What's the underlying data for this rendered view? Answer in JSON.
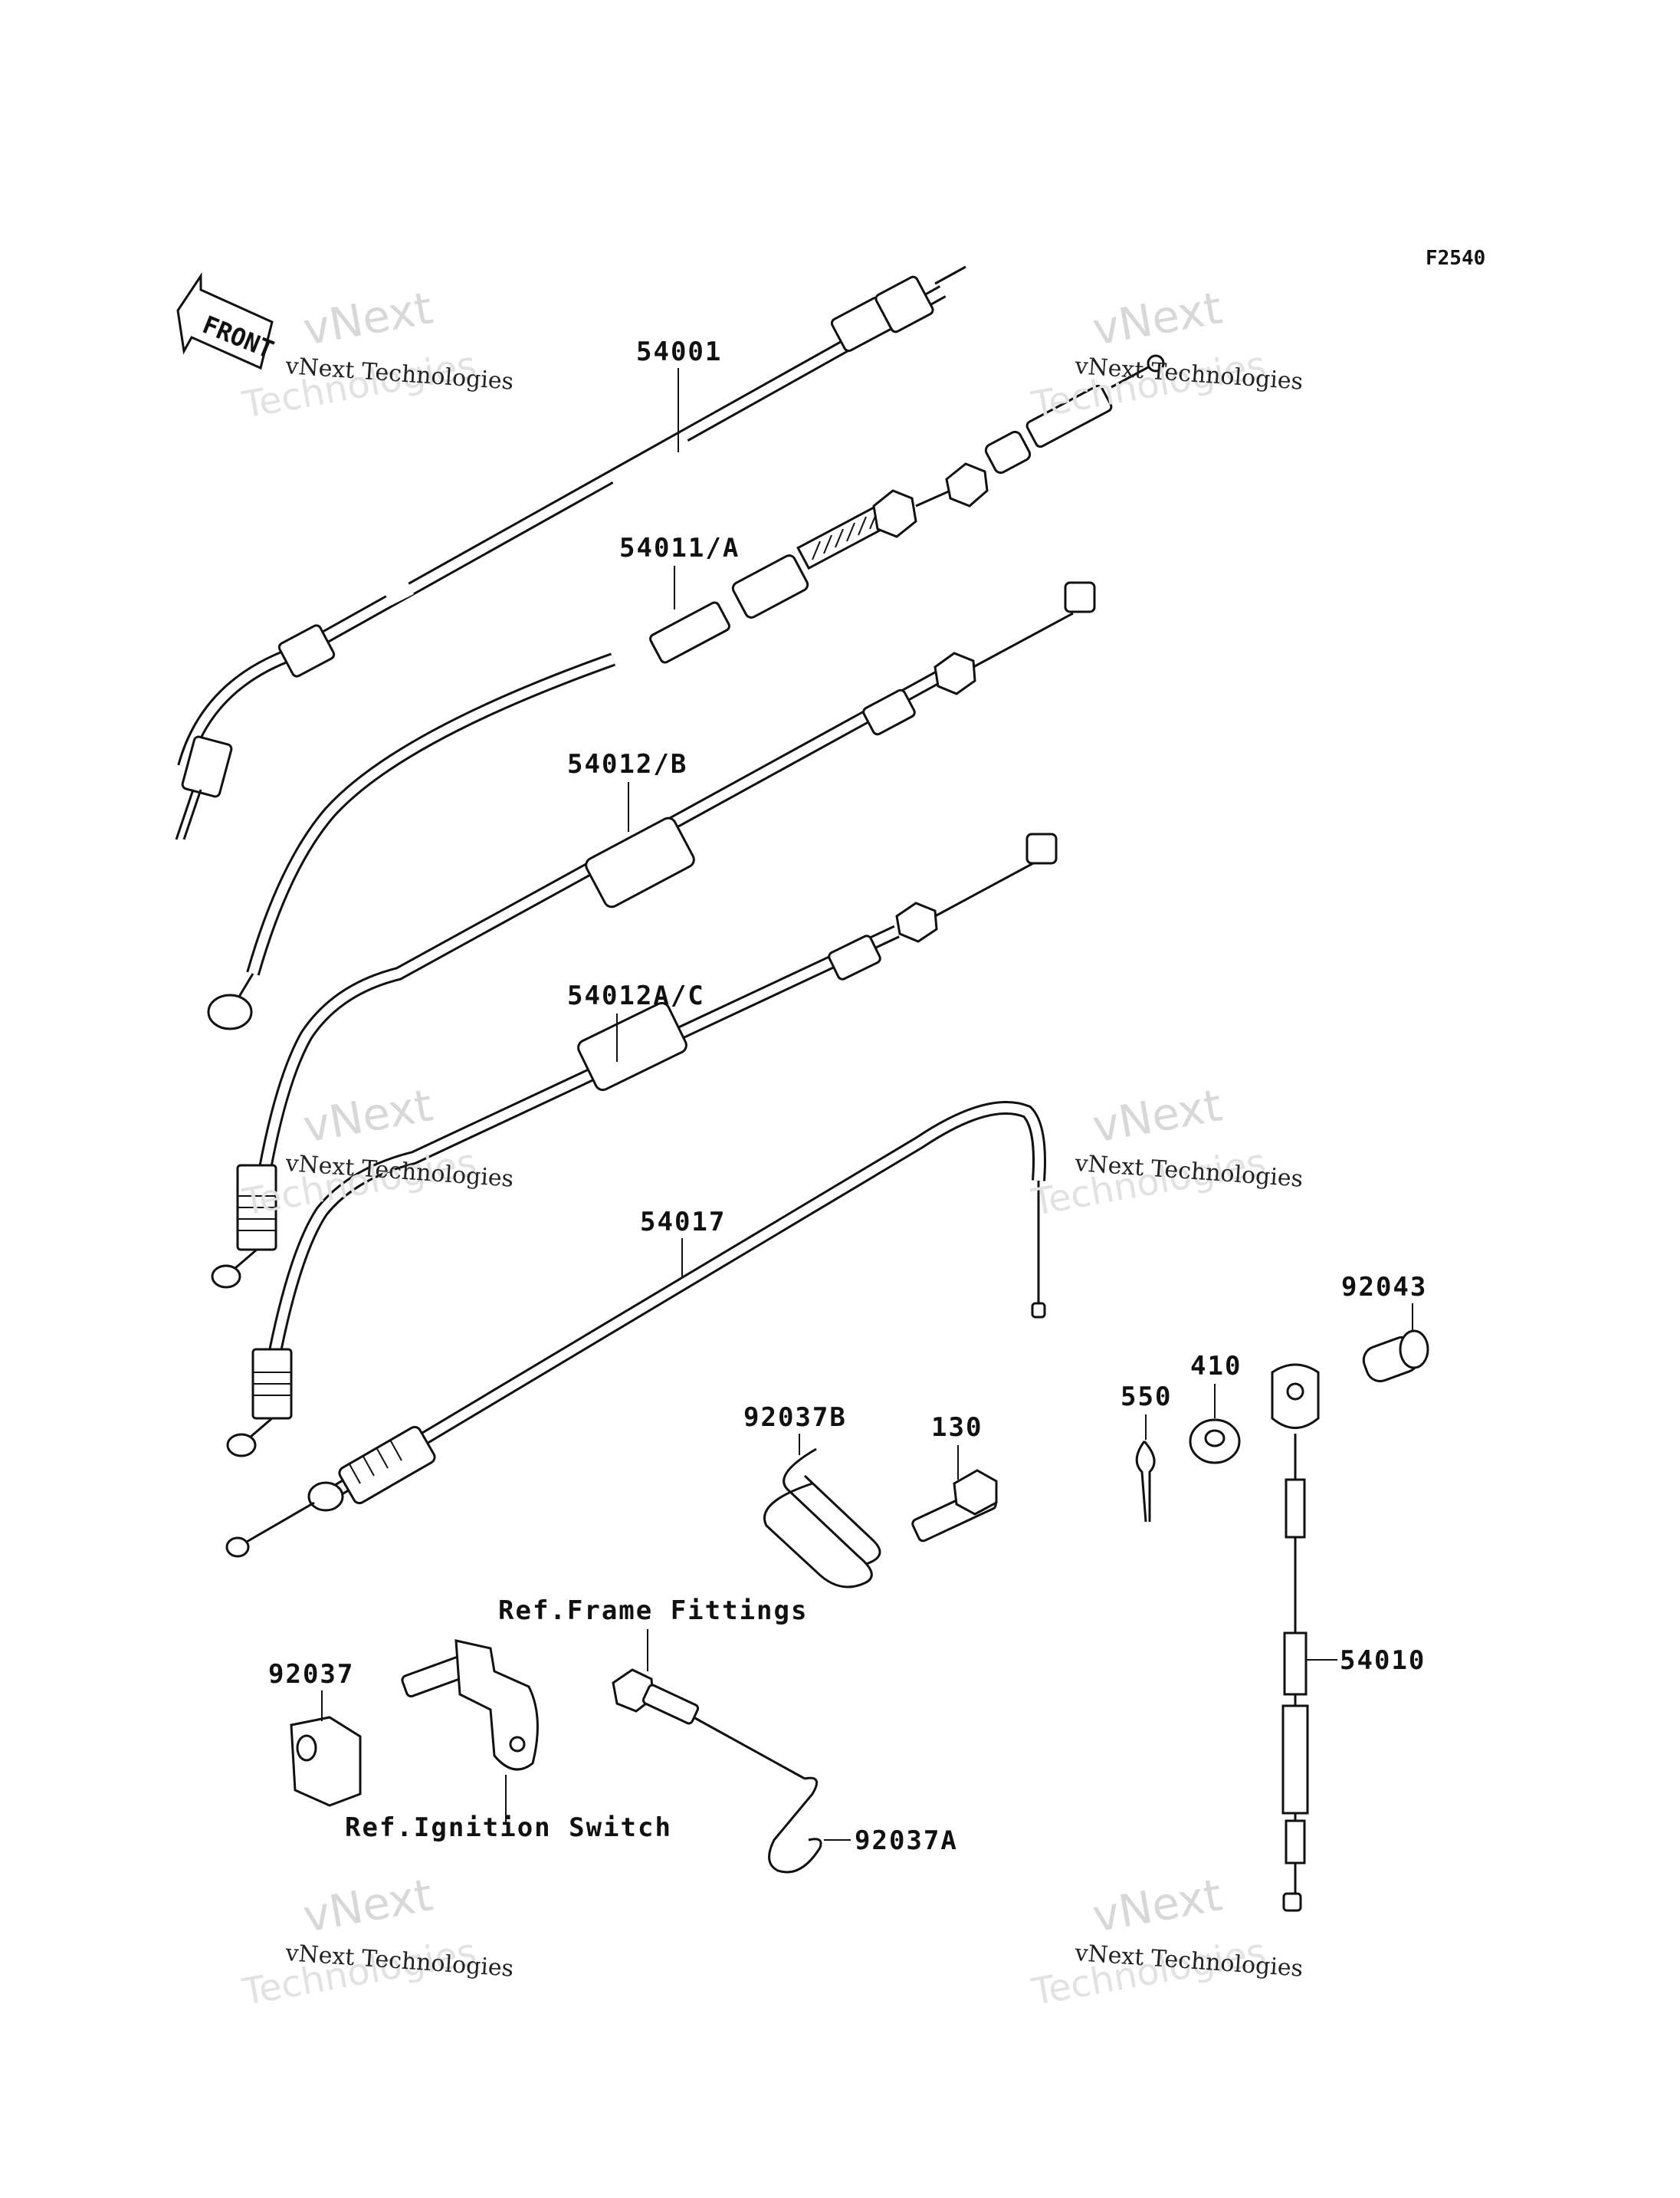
{
  "diagram": {
    "code": "F2540",
    "front_label": "FRONT",
    "watermark": {
      "line1": "vNext Technologies",
      "line2": "vNext",
      "line3": "Technologies"
    },
    "labels": {
      "p54001": "54001",
      "p54011": "54011/A",
      "p54012b": "54012/B",
      "p54012ac": "54012A/C",
      "p54017": "54017",
      "p92043": "92043",
      "p410": "410",
      "p550": "550",
      "p130": "130",
      "p92037b": "92037B",
      "p92037": "92037",
      "p92037a": "92037A",
      "p54010": "54010",
      "ref_frame": "Ref.Frame Fittings",
      "ref_ignition": "Ref.Ignition Switch"
    }
  }
}
